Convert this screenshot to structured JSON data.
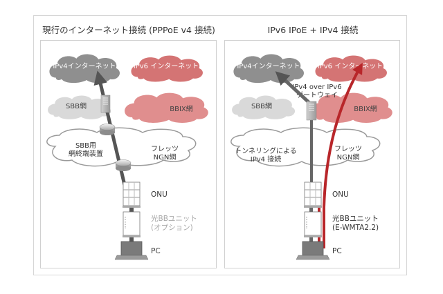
{
  "colors": {
    "ipv4_cloud": "#8f8f8f",
    "ipv6_cloud": "#d47474",
    "sbb_cloud": "#d9d9d9",
    "bbix_cloud": "#e08e8e",
    "ngn_cloud_stroke": "#9a9a9a",
    "v4_line": "#555555",
    "v6_line": "#b8262a",
    "frame": "#d0d0d0",
    "text": "#333333",
    "muted_text": "#a8a8a8"
  },
  "left_panel": {
    "title": "現行のインターネット接続 (PPPoE v4 接続)",
    "ipv4_internet": "IPv4インターネット",
    "ipv6_internet": "IPv6 インターネット",
    "sbb_net": "SBB網",
    "bbix_net": "BBIX網",
    "termination_line1": "SBB用",
    "termination_line2": "網終端装置",
    "flets_line1": "フレッツ",
    "flets_line2": "NGN網",
    "onu": "ONU",
    "bb_unit_line1": "光BBユニット",
    "bb_unit_line2": "(オプション)",
    "pc": "PC"
  },
  "right_panel": {
    "title": "IPv6 IPoE + IPv4 接続",
    "ipv4_internet": "IPv4インターネット",
    "ipv6_internet": "IPv6 インターネット",
    "gateway_line1": "IPv4 over IPv6",
    "gateway_line2": "ゲートウェイ",
    "sbb_net": "SBB網",
    "bbix_net": "BBIX網",
    "tunnel_line1": "トンネリングによる",
    "tunnel_line2": "IPv4 接続",
    "flets_line1": "フレッツ",
    "flets_line2": "NGN網",
    "onu": "ONU",
    "bb_unit_line1": "光BBユニット",
    "bb_unit_line2": "(E-WMTA2.2)",
    "pc": "PC"
  }
}
